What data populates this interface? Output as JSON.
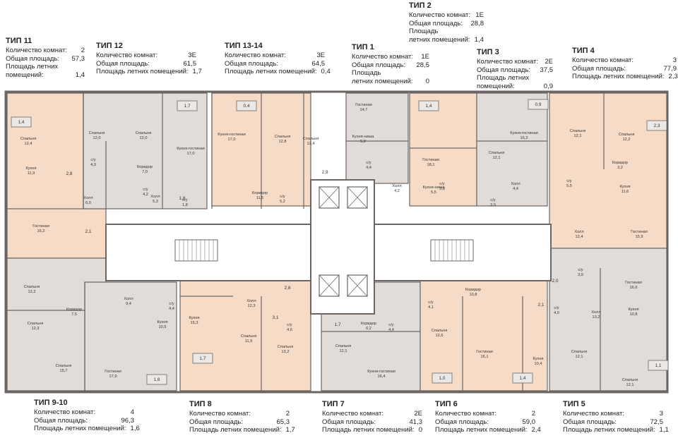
{
  "legends": [
    {
      "title": "ТИП 11",
      "rows": [
        [
          "Количество комнат:",
          "2"
        ],
        [
          "Общая площадь:",
          "57,3"
        ],
        [
          "Площадь летних",
          ""
        ],
        [
          "помещений:",
          "1,4"
        ]
      ]
    },
    {
      "title": "ТИП 12",
      "rows": [
        [
          "Количество комнат:",
          "3Е"
        ],
        [
          "Общая площадь:",
          "61,5"
        ],
        [
          "Площадь летних помещений:",
          "1,7"
        ]
      ]
    },
    {
      "title": "ТИП 13-14",
      "rows": [
        [
          "Количество комнат:",
          "3Е"
        ],
        [
          "Общая площадь:",
          "64,5"
        ],
        [
          "Площадь летних помещений:",
          "0,4"
        ]
      ]
    },
    {
      "title": "ТИП 1",
      "rows": [
        [
          "Количество комнат:",
          "1Е"
        ],
        [
          "Общая площадь:",
          "28,5"
        ],
        [
          "Площадь",
          ""
        ],
        [
          "летних помещений:",
          "0"
        ]
      ]
    },
    {
      "title": "ТИП 2",
      "rows": [
        [
          "Количество комнат:",
          "1Е"
        ],
        [
          "Общая площадь:",
          "28,8"
        ],
        [
          "Площадь",
          ""
        ],
        [
          "летних помещений:",
          "1,4"
        ]
      ]
    },
    {
      "title": "ТИП 3",
      "rows": [
        [
          "Количество комнат:",
          "2Е"
        ],
        [
          "Общая площадь:",
          "37,5"
        ],
        [
          "Площадь летних",
          ""
        ],
        [
          "помещений:",
          "0,9"
        ]
      ]
    },
    {
      "title": "ТИП 4",
      "rows": [
        [
          "Количество комнат:",
          "3"
        ],
        [
          "Общая площадь:",
          "77,9"
        ],
        [
          "Площадь летних помещений:",
          "2,3"
        ]
      ]
    },
    {
      "title": "ТИП 9-10",
      "rows": [
        [
          "Количество комнат:",
          "4"
        ],
        [
          "Общая площадь:",
          "96,3"
        ],
        [
          "Площадь летних помещений:",
          "1,6"
        ]
      ]
    },
    {
      "title": "ТИП 8",
      "rows": [
        [
          "Количество комнат:",
          "2"
        ],
        [
          "Общая площадь:",
          "65,3"
        ],
        [
          "Площадь летних помещений:",
          "1,7"
        ]
      ]
    },
    {
      "title": "ТИП 7",
      "rows": [
        [
          "Количество комнат:",
          "2Е"
        ],
        [
          "Общая площадь:",
          "41,3"
        ],
        [
          "Площадь летних помещений:",
          "0"
        ]
      ]
    },
    {
      "title": "ТИП 6",
      "rows": [
        [
          "Количество комнат:",
          "2"
        ],
        [
          "Общая площадь:",
          "59,0"
        ],
        [
          "Площадь летних помещений:",
          "2,4"
        ]
      ]
    },
    {
      "title": "ТИП 5",
      "rows": [
        [
          "Количество комнат:",
          "3"
        ],
        [
          "Общая площадь:",
          "72,5"
        ],
        [
          "Площадь летних помещений:",
          "1,1"
        ]
      ]
    }
  ],
  "colors": {
    "orange": "#f6dcc6",
    "grey": "#e2dcd9",
    "wall": "#6b6563",
    "corridor": "#ffffff",
    "balcony": "#ece8e6"
  },
  "rooms": [
    {
      "name": "Спальня",
      "area": "12,4",
      "color": "orange"
    },
    {
      "name": "Кухня",
      "area": "11,9",
      "color": "orange"
    },
    {
      "name": "Гостиная",
      "area": "16,2",
      "color": "orange"
    },
    {
      "name": "Холл",
      "area": "6,0",
      "color": "orange"
    },
    {
      "name": "Спальня",
      "area": "12,0",
      "color": "grey"
    },
    {
      "name": "Спальня",
      "area": "12,0",
      "color": "grey"
    },
    {
      "name": "Кухня-гостиная",
      "area": "17,0",
      "color": "grey"
    },
    {
      "name": "Коридор",
      "area": "7,0",
      "color": "grey"
    },
    {
      "name": "Холл",
      "area": "5,3",
      "color": "grey"
    },
    {
      "name": "Кухня-гостиная",
      "area": "17,0",
      "color": "orange"
    },
    {
      "name": "Спальня",
      "area": "12,8",
      "color": "orange"
    },
    {
      "name": "Спальня",
      "area": "12,4",
      "color": "orange"
    },
    {
      "name": "Коридор",
      "area": "11,5",
      "color": "orange"
    },
    {
      "name": "Гостиная",
      "area": "14,7",
      "color": "grey"
    },
    {
      "name": "Кухня-ниша",
      "area": "5,2",
      "color": "grey"
    },
    {
      "name": "Холл",
      "area": "4,2",
      "color": "grey"
    },
    {
      "name": "Гостиная",
      "area": "18,1",
      "color": "orange"
    },
    {
      "name": "Кухня-ниша",
      "area": "5,5",
      "color": "orange"
    },
    {
      "name": "Спальня",
      "area": "12,1",
      "color": "grey"
    },
    {
      "name": "Кухня-гостиная",
      "area": "16,2",
      "color": "grey"
    },
    {
      "name": "Холл",
      "area": "4,4",
      "color": "grey"
    },
    {
      "name": "Спальня",
      "area": "12,1",
      "color": "orange"
    },
    {
      "name": "Спальня",
      "area": "12,2",
      "color": "orange"
    },
    {
      "name": "Коридор",
      "area": "3,2",
      "color": "orange"
    },
    {
      "name": "Кухня",
      "area": "11,6",
      "color": "orange"
    },
    {
      "name": "Холл",
      "area": "12,4",
      "color": "orange"
    },
    {
      "name": "Гостиная",
      "area": "15,9",
      "color": "orange"
    },
    {
      "name": "Спальня",
      "area": "12,2",
      "color": "grey"
    },
    {
      "name": "Коридор",
      "area": "7,5",
      "color": "grey"
    },
    {
      "name": "Спальня",
      "area": "12,3",
      "color": "grey"
    },
    {
      "name": "Спальня",
      "area": "15,7",
      "color": "grey"
    },
    {
      "name": "Холл",
      "area": "9,4",
      "color": "grey"
    },
    {
      "name": "Кухня",
      "area": "10,5",
      "color": "grey"
    },
    {
      "name": "Гостиная",
      "area": "17,9",
      "color": "grey"
    },
    {
      "name": "Кухня",
      "area": "15,3",
      "color": "orange"
    },
    {
      "name": "Холл",
      "area": "12,3",
      "color": "orange"
    },
    {
      "name": "Спальня",
      "area": "11,9",
      "color": "orange"
    },
    {
      "name": "Спальня",
      "area": "13,2",
      "color": "orange"
    },
    {
      "name": "Коридор",
      "area": "6,2",
      "color": "grey"
    },
    {
      "name": "Спальня",
      "area": "12,1",
      "color": "grey"
    },
    {
      "name": "Кухня-гостиная",
      "area": "16,4",
      "color": "grey"
    },
    {
      "name": "Коридор",
      "area": "10,8",
      "color": "orange"
    },
    {
      "name": "Спальня",
      "area": "12,6",
      "color": "orange"
    },
    {
      "name": "Гостиная",
      "area": "16,1",
      "color": "orange"
    },
    {
      "name": "Кухня",
      "area": "10,4",
      "color": "orange"
    },
    {
      "name": "Гостиная",
      "area": "16,6",
      "color": "grey"
    },
    {
      "name": "Холл",
      "area": "13,2",
      "color": "grey"
    },
    {
      "name": "Кухня",
      "area": "10,8",
      "color": "grey"
    },
    {
      "name": "Спальня",
      "area": "12,1",
      "color": "grey"
    },
    {
      "name": "Спальня",
      "area": "12,1",
      "color": "grey"
    }
  ],
  "bathrooms": [
    {
      "name": "с/у",
      "area": "4,3"
    },
    {
      "name": "с/у",
      "area": "4,2"
    },
    {
      "name": "с/у",
      "area": "1,8"
    },
    {
      "name": "с/у",
      "area": "5,2"
    },
    {
      "name": "с/у",
      "area": "4,4"
    },
    {
      "name": "с/у",
      "area": "3,8"
    },
    {
      "name": "с/у",
      "area": "3,9"
    },
    {
      "name": "с/у",
      "area": "5,5"
    },
    {
      "name": "с/у",
      "area": "3,9"
    },
    {
      "name": "с/у",
      "area": "4,4"
    },
    {
      "name": "с/у",
      "area": "4,6"
    },
    {
      "name": "с/у",
      "area": "4,4"
    },
    {
      "name": "с/у",
      "area": "4,1"
    },
    {
      "name": "с/у",
      "area": "4,0"
    }
  ],
  "balconies": [
    "1,4",
    "1,7",
    "0,4",
    "1,4",
    "0,9",
    "2,3",
    "1,6",
    "1,7",
    "1,0",
    "1,4",
    "1,1"
  ],
  "small_areas": [
    "2,8",
    "1,8",
    "2,9",
    "2,1",
    "2,8",
    "3,1",
    "1,7",
    "2,1",
    "2,0"
  ]
}
